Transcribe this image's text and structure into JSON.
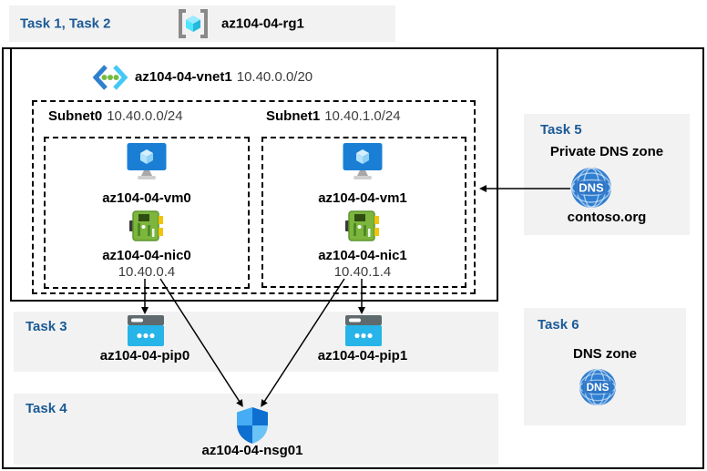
{
  "colors": {
    "task_label_blue": "#1a5a96",
    "panel_bg": "#f2f2f2",
    "border_black": "#000000",
    "dns_blue": "#2f7fd2",
    "pip_cyan": "#27b4e8",
    "nic_green": "#7db53d",
    "vm_blue": "#1a7fd4",
    "nsg_light": "#46acf4",
    "nsg_dark": "#0d70d0"
  },
  "header": {
    "task_label": "Task 1, Task 2",
    "resource_group": "az104-04-rg1"
  },
  "vnet": {
    "name": "az104-04-vnet1",
    "cidr": "10.40.0.0/20"
  },
  "subnets": [
    {
      "name": "Subnet0",
      "cidr": "10.40.0.0/24",
      "vm": "az104-04-vm0",
      "nic": "az104-04-nic0",
      "nic_ip": "10.40.0.4"
    },
    {
      "name": "Subnet1",
      "cidr": "10.40.1.0/24",
      "vm": "az104-04-vm1",
      "nic": "az104-04-nic1",
      "nic_ip": "10.40.1.4"
    }
  ],
  "task3": {
    "task_label": "Task 3",
    "pip0": "az104-04-pip0",
    "pip1": "az104-04-pip1"
  },
  "task4": {
    "task_label": "Task 4",
    "nsg": "az104-04-nsg01"
  },
  "task5": {
    "task_label": "Task 5",
    "title": "Private DNS zone",
    "zone_name": "contoso.org"
  },
  "task6": {
    "task_label": "Task 6",
    "title": "DNS zone"
  },
  "icons": {
    "dns_text": "DNS",
    "resource_group": "resource-group-icon",
    "virtual_network": "vnet-icon",
    "virtual_machine": "vm-icon",
    "network_interface": "nic-icon",
    "public_ip": "public-ip-icon",
    "network_security_group": "nsg-shield-icon",
    "dns_zone": "dns-globe-icon"
  }
}
